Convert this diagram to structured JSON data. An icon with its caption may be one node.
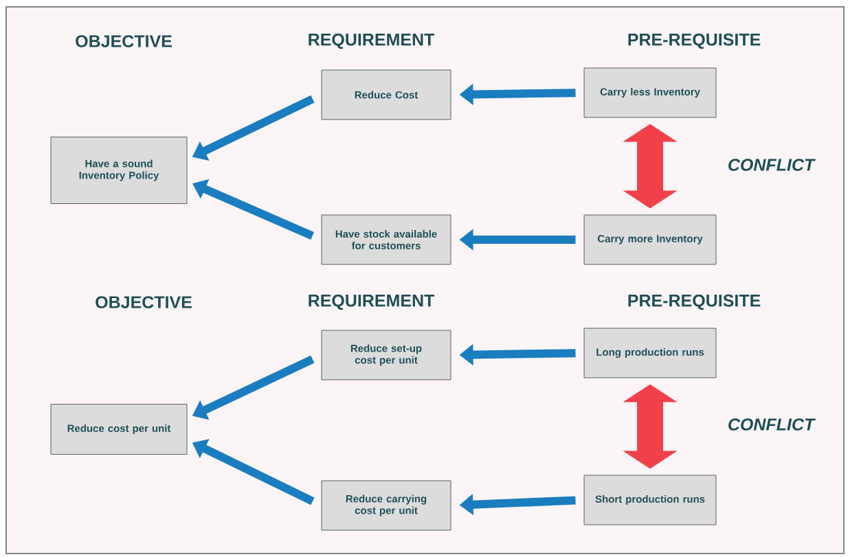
{
  "diagram": {
    "nodes": [
      {
        "text": [
          "Have a sound Inventory Policy"
        ]
      },
      {
        "text": [
          "Reduce Cost"
        ]
      },
      {
        "text": [
          "Carry less Inventory"
        ]
      },
      {
        "text": [
          "Have stock available for customers"
        ]
      },
      {
        "text": [
          "Carry more Inventory"
        ]
      },
      {
        "text": [
          "Reduce cost per unit"
        ]
      },
      {
        "text": [
          "Reduce set-up cost per unit"
        ]
      },
      {
        "text": [
          "Long production runs"
        ]
      },
      {
        "text": [
          "Reduce carrying cost per unit"
        ]
      },
      {
        "text": [
          "Short production runs"
        ]
      }
    ],
    "edges": [
      {
        "from": 2,
        "to": 1,
        "arrow": "to"
      },
      {
        "from": 1,
        "to": 0,
        "arrow": "to"
      },
      {
        "from": 4,
        "to": 3,
        "arrow": "to"
      },
      {
        "from": 3,
        "to": 0,
        "arrow": "to"
      },
      {
        "from": 2,
        "to": 4,
        "arrow": "both",
        "style": "thick",
        "color": "#f2404a"
      },
      {
        "from": 7,
        "to": 6,
        "arrow": "to"
      },
      {
        "from": 6,
        "to": 5,
        "arrow": "to"
      },
      {
        "from": 9,
        "to": 8,
        "arrow": "to"
      },
      {
        "from": 8,
        "to": 5,
        "arrow": "to"
      },
      {
        "from": 7,
        "to": 9,
        "arrow": "both",
        "style": "thick",
        "color": "#f2404a"
      }
    ],
    "labels": [
      "OBJECTIVE",
      "REQUIREMENT",
      "PRE-REQUISITE",
      "CONFLICT",
      "OBJECTIVE",
      "REQUIREMENT",
      "PRE-REQUISITE",
      "CONFLICT"
    ]
  }
}
